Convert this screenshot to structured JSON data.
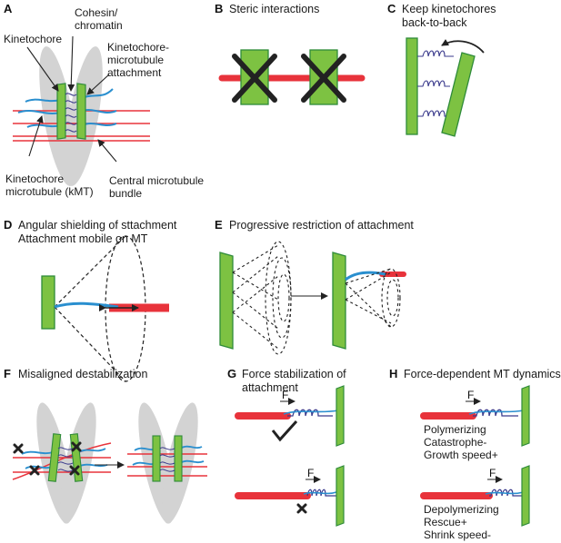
{
  "panels": {
    "A": {
      "letter": "A",
      "label_kinetochore": "Kinetochore",
      "label_cohesin_1": "Cohesin/",
      "label_cohesin_2": "chromatin",
      "label_attach_1": "Kinetochore-",
      "label_attach_2": "microtubule",
      "label_attach_3": "attachment",
      "label_kmt_1": "Kinetochore",
      "label_kmt_2": "microtubule (kMT)",
      "label_central_1": "Central microtubule",
      "label_central_2": "bundle"
    },
    "B": {
      "letter": "B",
      "title": "Steric interactions"
    },
    "C": {
      "letter": "C",
      "title_1": "Keep kinetochores",
      "title_2": "back-to-back"
    },
    "D": {
      "letter": "D",
      "title_1": "Angular shielding of sttachment",
      "title_2": "Attachment mobile on MT"
    },
    "E": {
      "letter": "E",
      "title": "Progressive restriction of attachment"
    },
    "F": {
      "letter": "F",
      "title": "Misaligned destabilization"
    },
    "G": {
      "letter": "G",
      "title_1": "Force stabilization of",
      "title_2": "attachment",
      "force_symbol": "F"
    },
    "H": {
      "letter": "H",
      "title": "Force-dependent MT dynamics",
      "force_symbol": "F",
      "top_1": "Polymerizing",
      "top_2": "Catastrophe-",
      "top_3": "Growth speed+",
      "bottom_1": "Depolymerizing",
      "bottom_2": "Rescue+",
      "bottom_3": "Shrink speed-"
    }
  },
  "colors": {
    "kinetochore_fill": "#7dc242",
    "kinetochore_stroke": "#2e8b3a",
    "microtubule": "#e8333b",
    "attachment": "#2a8fcf",
    "spring": "#3a3a8c",
    "chromosome": "#d3d3d3",
    "cross": "#222222"
  }
}
